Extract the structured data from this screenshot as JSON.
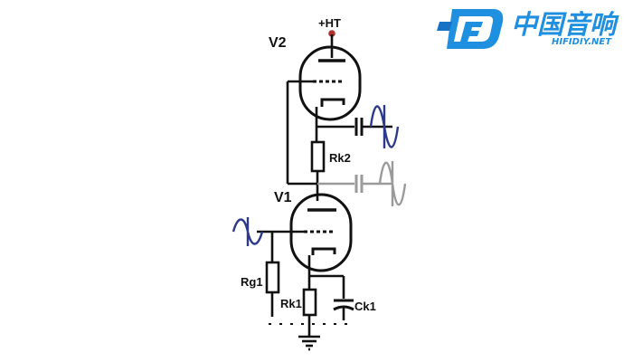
{
  "logo": {
    "name": "中国音响",
    "site": "HIFIDIY.NET",
    "colors": {
      "brand": "#1f8fe0",
      "brand_dark": "#1672c4"
    }
  },
  "schematic": {
    "supply_label": "+HT",
    "tubes": {
      "upper": "V2",
      "lower": "V1"
    },
    "resistors": {
      "rk2": "Rk2",
      "rg1": "Rg1",
      "rk1": "Rk1"
    },
    "capacitors": {
      "ck1": "Ck1"
    },
    "colors": {
      "wire": "#111111",
      "output_wave": "#2d3a8c",
      "output_wave_ghost": "#9a9a9a",
      "input_wave": "#2d3a8c",
      "supply_node": "#b03030"
    }
  }
}
